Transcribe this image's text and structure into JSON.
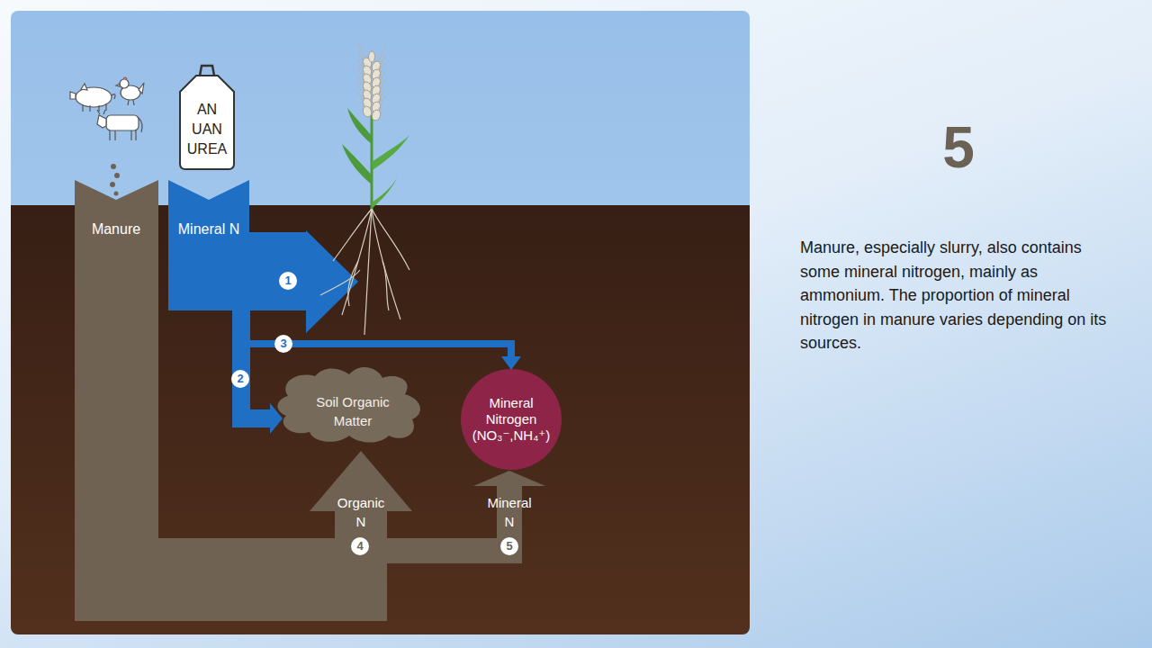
{
  "diagram": {
    "nodes": [
      {
        "text": [
          "Manure"
        ]
      },
      {
        "text": [
          "AN UAN UREA"
        ]
      },
      {
        "text": [
          "Mineral N"
        ]
      },
      {
        "text": [
          "Soil Organic Matter"
        ]
      },
      {
        "text": [
          "Mineral Nitrogen (NO₃⁻,NH₄⁺)"
        ]
      }
    ],
    "edges": [
      {
        "from": 2,
        "to": 3,
        "arrow": "to"
      },
      {
        "from": 2,
        "to": 4,
        "arrow": "to"
      },
      {
        "from": 0,
        "to": 3,
        "label": "Organic N",
        "arrow": "to"
      },
      {
        "from": 0,
        "to": 4,
        "label": "Mineral N",
        "arrow": "to"
      }
    ],
    "labels": [
      "5",
      "Manure, especially slurry, also contains some mineral nitrogen, mainly as ammonium. The proportion of mineral nitrogen in manure varies depending on its sources.",
      "1",
      "2",
      "3",
      "4",
      "5"
    ]
  }
}
